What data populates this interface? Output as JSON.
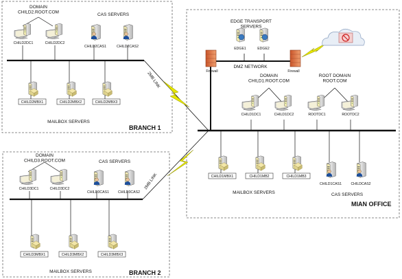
{
  "branch1": {
    "title": "BRANCH 1",
    "domain": "DOMAIN\nCHILD2.ROOT.COM",
    "cas_label": "CAS SERVERS",
    "mailbox_label": "MAILBOX SERVERS",
    "link_label": "2MB LINK",
    "dcs": [
      "CHILD2DC1",
      "CHILD2DC2"
    ],
    "cas": [
      "CHILD2CAS1",
      "CHILD2CAS2"
    ],
    "mbx": [
      "CHILD2MBX1",
      "CHILD2MBX2",
      "CHILD2MBX3"
    ]
  },
  "branch2": {
    "title": "BRANCH 2",
    "domain": "DOMAIN\nCHILD3.ROOT.COM",
    "cas_label": "CAS SERVERS",
    "mailbox_label": "MAILBOX SERVERS",
    "link_label": "2MB LINK",
    "dcs": [
      "CHILD3DC1",
      "CHILD3DC2"
    ],
    "cas": [
      "CHILD3CAS1",
      "CHILD3CAS2"
    ],
    "mbx": [
      "CHILD3MBX1",
      "CHILD3MBX2",
      "CHILD3MBX3"
    ]
  },
  "main": {
    "title": "MIAN OFFICE",
    "edge_label": "EDGE TRANSPORT\nSERVERS",
    "edges": [
      "EDGE1",
      "EDGE2"
    ],
    "dmz_label": "DMZ NETWORK",
    "firewall_left": "Firewall",
    "firewall_right": "Firewall",
    "child1_domain": "DOMAIN\nCHILD1.ROOT.COM",
    "root_domain": "ROOT DOMAIN\nROOT.COM",
    "child1_dcs": [
      "CHILD1DC1",
      "CHILD1DC2"
    ],
    "root_dcs": [
      "ROOTDC1",
      "ROOTDC2"
    ],
    "mbx": [
      "CHILD1MBX1",
      "CHILD1MB2",
      "CHILD1MB3"
    ],
    "mailbox_label": "MAILBOX SERVERS",
    "cas": [
      "CHILD1CAS1",
      "CHILDCAS2"
    ],
    "cas_label": "CAS SERVERS"
  },
  "colors": {
    "lightning": "#e6e600",
    "firewall": "#e07a4a",
    "cloud": "#e8eef6",
    "server_body": "#d8d8d8",
    "server_front": "#efe9b8"
  }
}
